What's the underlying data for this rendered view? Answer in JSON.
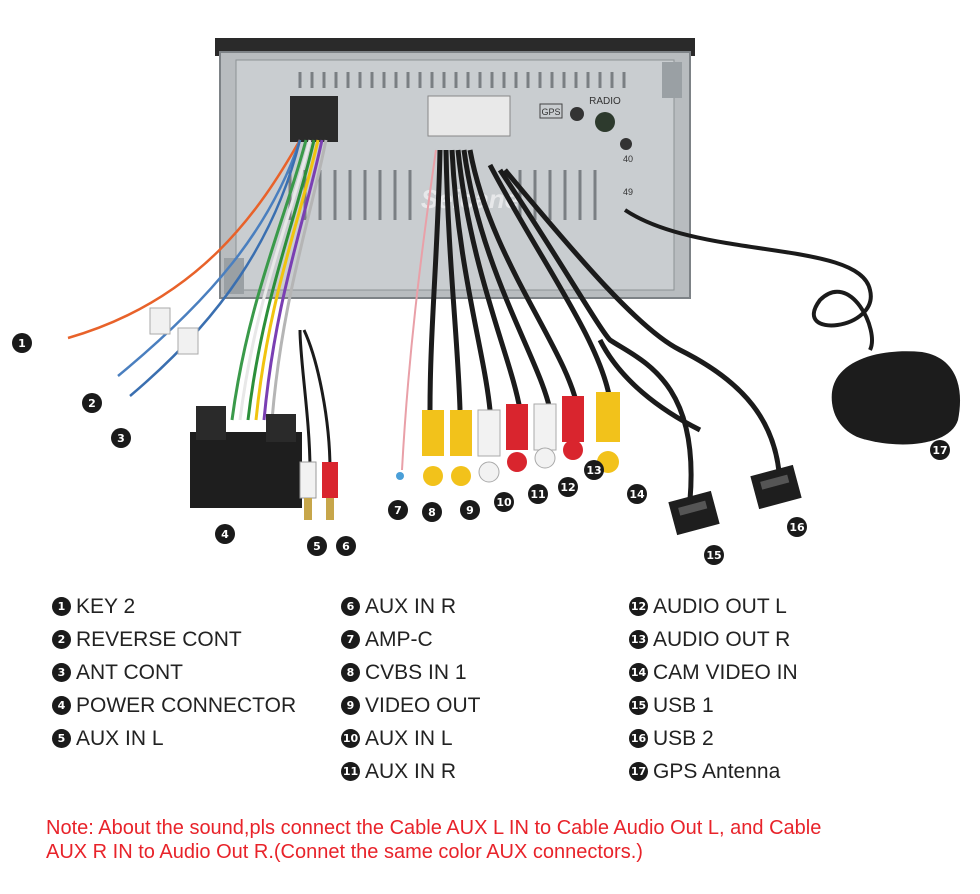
{
  "watermark": "Seicane",
  "unit_labels": {
    "gps": "GPS",
    "radio": "RADIO",
    "port_40": "40",
    "port_49": "49"
  },
  "callouts": [
    {
      "id": 1,
      "badge": "1"
    },
    {
      "id": 2,
      "badge": "2"
    },
    {
      "id": 3,
      "badge": "3"
    },
    {
      "id": 4,
      "badge": "4"
    },
    {
      "id": 5,
      "badge": "5"
    },
    {
      "id": 6,
      "badge": "6"
    },
    {
      "id": 7,
      "badge": "7"
    },
    {
      "id": 8,
      "badge": "8"
    },
    {
      "id": 9,
      "badge": "9"
    },
    {
      "id": 10,
      "badge": "10"
    },
    {
      "id": 11,
      "badge": "11"
    },
    {
      "id": 12,
      "badge": "12"
    },
    {
      "id": 13,
      "badge": "13"
    },
    {
      "id": 14,
      "badge": "14"
    },
    {
      "id": 15,
      "badge": "15"
    },
    {
      "id": 16,
      "badge": "16"
    },
    {
      "id": 17,
      "badge": "17"
    }
  ],
  "legend": {
    "col1": [
      {
        "num": "1",
        "label": "KEY 2"
      },
      {
        "num": "2",
        "label": "REVERSE CONT"
      },
      {
        "num": "3",
        "label": "ANT CONT"
      },
      {
        "num": "4",
        "label": "POWER CONNECTOR"
      },
      {
        "num": "5",
        "label": "AUX IN L"
      }
    ],
    "col2": [
      {
        "num": "6",
        "label": "AUX IN R"
      },
      {
        "num": "7",
        "label": "AMP-C"
      },
      {
        "num": "8",
        "label": "CVBS IN 1"
      },
      {
        "num": "9",
        "label": "VIDEO OUT"
      },
      {
        "num": "10",
        "label": "AUX IN L"
      },
      {
        "num": "11",
        "label": "AUX IN R"
      }
    ],
    "col3": [
      {
        "num": "12",
        "label": "AUDIO OUT L"
      },
      {
        "num": "13",
        "label": "AUDIO OUT R"
      },
      {
        "num": "14",
        "label": "CAM VIDEO IN"
      },
      {
        "num": "15",
        "label": "USB 1"
      },
      {
        "num": "16",
        "label": "USB 2"
      },
      {
        "num": "17",
        "label": "GPS Antenna"
      }
    ]
  },
  "note": {
    "line1": "Note: About the sound,pls connect the Cable AUX L IN to Cable Audio Out L, and Cable",
    "line2": "AUX R IN to  Audio Out R.(Connet the same color AUX connectors.)"
  },
  "colors": {
    "note": "#e8232a",
    "badge": "#1a1a1a",
    "rca_red": "#d9252e",
    "rca_white": "#f2f2f2",
    "rca_yellow": "#f2c21b",
    "cable": "#1b1b1b",
    "chassis": "#b8bcbf"
  }
}
